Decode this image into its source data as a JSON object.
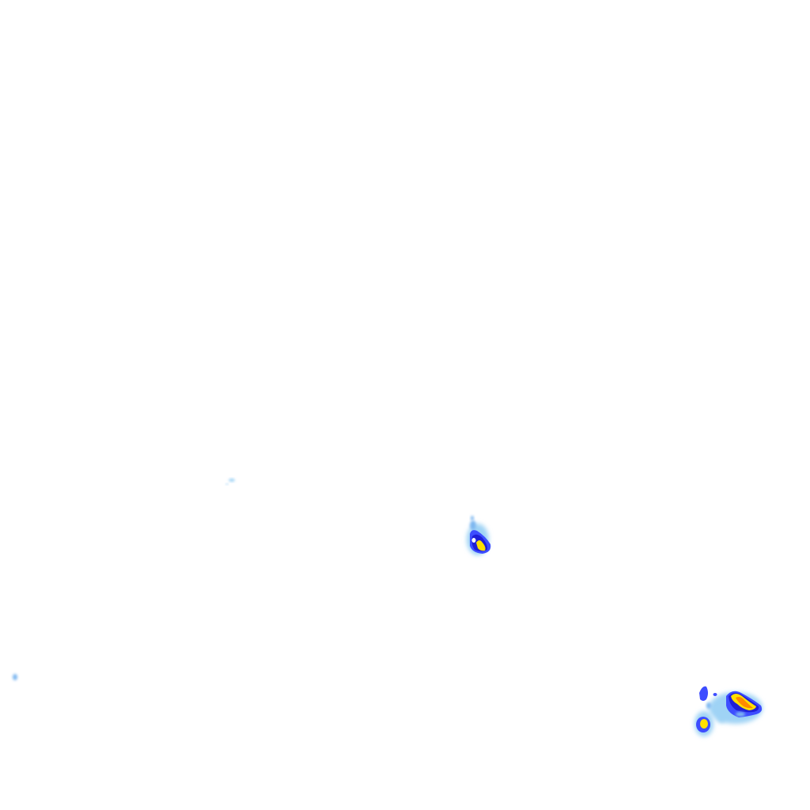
{
  "layer": {
    "type": "precipitation-radar-overlay",
    "background": "#ffffff"
  },
  "palette": {
    "trace": "#9fd3f5",
    "light": "#7fb8f0",
    "moderate": "#3d4dff",
    "moderate_dark": "#1f1fd6",
    "heavy": "#ffe000",
    "intense": "#ff8a00"
  },
  "echoes": [
    {
      "name": "echo-speck-upper-left",
      "intensity": "trace"
    },
    {
      "name": "echo-cell-center",
      "intensity": "heavy"
    },
    {
      "name": "echo-speck-left-edge",
      "intensity": "trace"
    },
    {
      "name": "echo-cluster-lower-right",
      "intensity": "intense"
    }
  ]
}
